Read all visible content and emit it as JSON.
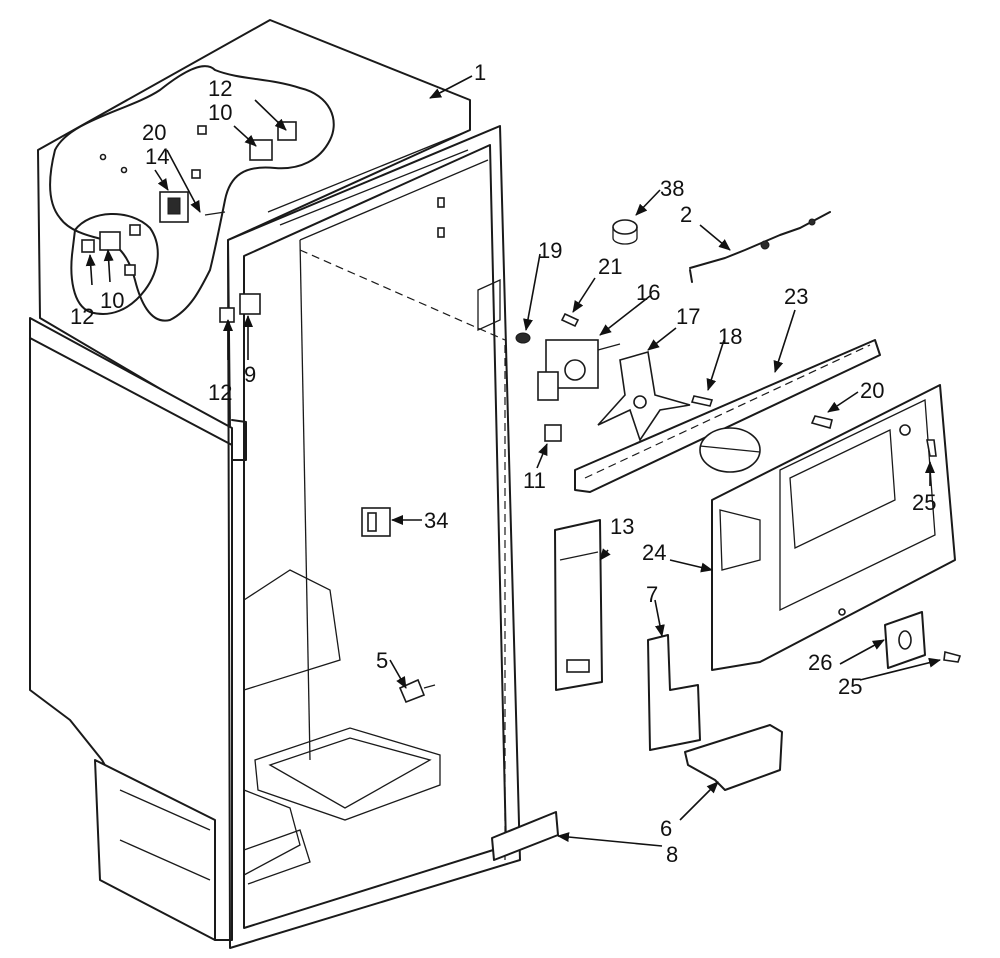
{
  "callouts": {
    "c1": "1",
    "c2": "2",
    "c38": "38",
    "c19": "19",
    "c21": "21",
    "c16": "16",
    "c17": "17",
    "c18": "18",
    "c23": "23",
    "c20_right": "20",
    "c11": "11",
    "c25_upper": "25",
    "c13": "13",
    "c24": "24",
    "c7": "7",
    "c26": "26",
    "c25_lower": "25",
    "c6": "6",
    "c8": "8",
    "c34": "34",
    "c5": "5",
    "c12_top": "12",
    "c10_top": "10",
    "c20_left": "20",
    "c14": "14",
    "c12_left": "12",
    "c10_left": "10",
    "c12_mid": "12",
    "c9": "9"
  }
}
